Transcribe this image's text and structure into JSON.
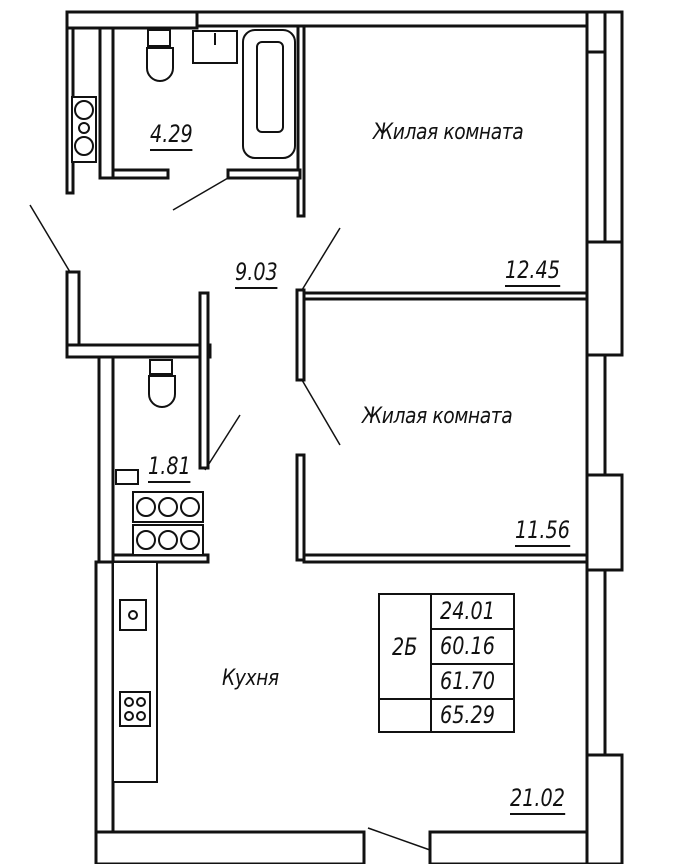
{
  "rooms": [
    {
      "name": "Жилая комната",
      "area": "12.45"
    },
    {
      "name": "Жилая комната",
      "area": "11.56"
    },
    {
      "name": "Кухня",
      "area": "21.02"
    }
  ],
  "hall": {
    "area": "9.03"
  },
  "bathroom": {
    "area": "4.29"
  },
  "wc": {
    "area": "1.81"
  },
  "summary": {
    "type": "2Б",
    "values": [
      "24.01",
      "60.16",
      "61.70",
      "65.29"
    ]
  }
}
